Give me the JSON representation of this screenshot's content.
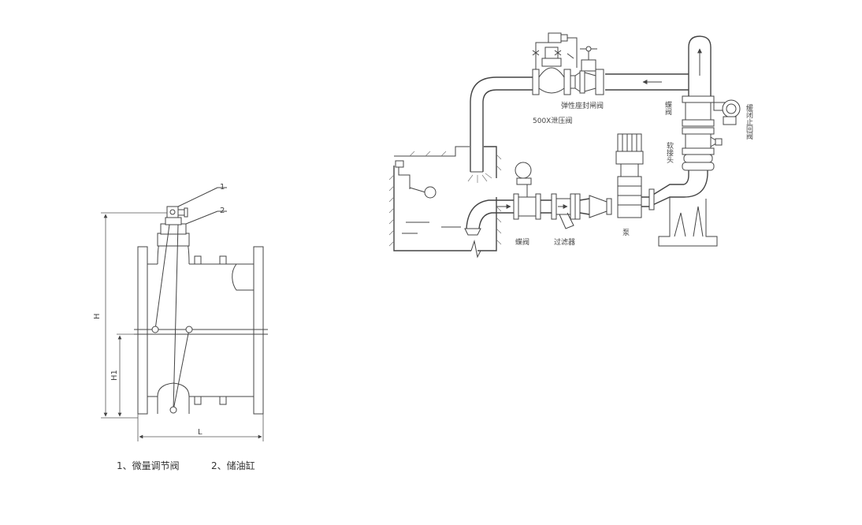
{
  "left_figure": {
    "callout_1": "1",
    "callout_2": "2",
    "dim_H": "H",
    "dim_H1": "H1",
    "dim_L": "L",
    "caption_1": "1、微量调节阀",
    "caption_2": "2、储油缸"
  },
  "right_figure": {
    "label_gate_valve": "弹性座封闸阀",
    "label_relief_valve": "500X泄压阀",
    "label_butterfly_top": "蝶阀",
    "label_check_valve": "缓闭止回阀",
    "label_soft_joint": "软接头",
    "label_butterfly_bottom": "蝶阀",
    "label_filter": "过滤器",
    "label_pump": "泵"
  }
}
